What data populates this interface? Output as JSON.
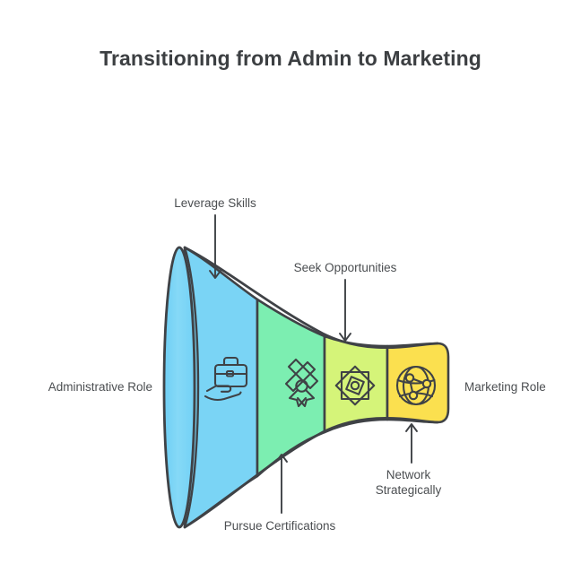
{
  "page": {
    "title": "Transitioning from Admin to Marketing",
    "background_color": "#ffffff",
    "text_color": "#4b4e51",
    "title_color": "#3c3f42"
  },
  "diagram": {
    "type": "horizontal-funnel",
    "outline_color": "#3f4246",
    "start_label": "Administrative Role",
    "end_label": "Marketing Role",
    "segments": [
      {
        "id": "leverage-skills",
        "label": "Leverage Skills",
        "color": "#7ad4f5",
        "icon": "briefcase-in-hand-icon",
        "callout_side": "top"
      },
      {
        "id": "pursue-certifications",
        "label": "Pursue Certifications",
        "color": "#7ceeb1",
        "icon": "diploma-ribbon-icon",
        "callout_side": "bottom"
      },
      {
        "id": "seek-opportunities",
        "label": "Seek Opportunities",
        "color": "#d5f479",
        "icon": "star-rosette-icon",
        "callout_side": "top"
      },
      {
        "id": "network-strategically",
        "label": "Network\nStrategically",
        "color": "#fbe04f",
        "icon": "globe-network-icon",
        "callout_side": "bottom"
      }
    ]
  }
}
